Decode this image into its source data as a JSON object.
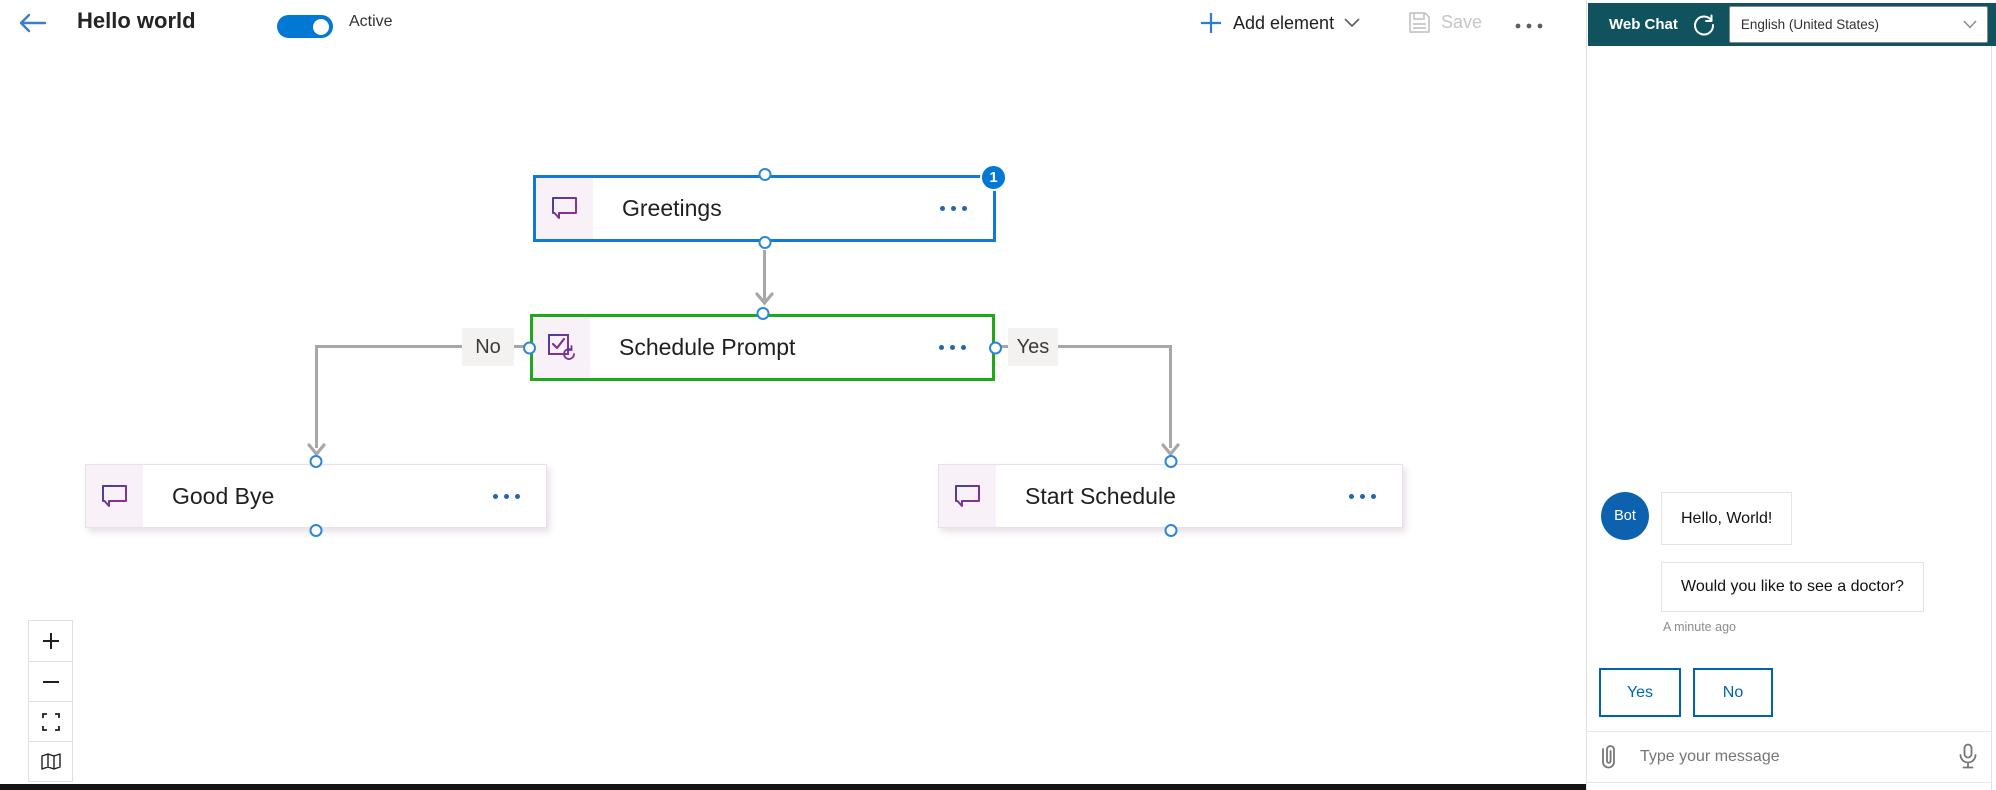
{
  "topbar": {
    "title": "Hello world",
    "status_toggle": {
      "state": "on",
      "label": "Active"
    },
    "add_element_label": "Add element",
    "save_label": "Save"
  },
  "canvas": {
    "nodes": [
      {
        "title": "Greetings",
        "icon": "message-bubble-icon",
        "badge": "1",
        "selection": "blue"
      },
      {
        "title": "Schedule Prompt",
        "icon": "prompt-checkbox-icon",
        "selection": "green"
      },
      {
        "title": "Good Bye",
        "icon": "message-bubble-icon"
      },
      {
        "title": "Start Schedule",
        "icon": "message-bubble-icon"
      }
    ],
    "edges": {
      "no_label": "No",
      "yes_label": "Yes"
    },
    "zoom_controls": [
      "zoom-in-icon",
      "zoom-out-icon",
      "fit-view-icon",
      "minimap-icon"
    ]
  },
  "webchat": {
    "title": "Web Chat",
    "refresh_icon": "refresh-icon",
    "language_selected": "English (United States)",
    "bot_avatar_label": "Bot",
    "messages": [
      {
        "from": "bot",
        "text": "Hello, World!"
      },
      {
        "from": "bot",
        "text": "Would you like to see a doctor?"
      }
    ],
    "timestamp": "A minute ago",
    "suggested_actions": [
      {
        "label": "Yes"
      },
      {
        "label": "No"
      }
    ],
    "input_placeholder": "Type your message"
  },
  "colors": {
    "accent_blue": "#0078d4",
    "selected_node_blue": "#0f7bd6",
    "selected_node_green": "#21a81a",
    "node_icon_purple_start": "#44409e",
    "node_icon_purple_end": "#a02d86",
    "connector_gray": "#a7a7a7",
    "webchat_header_teal": "#10535f",
    "webchat_accent_blue": "#0063b1",
    "disabled_gray": "#c8c6c4"
  }
}
